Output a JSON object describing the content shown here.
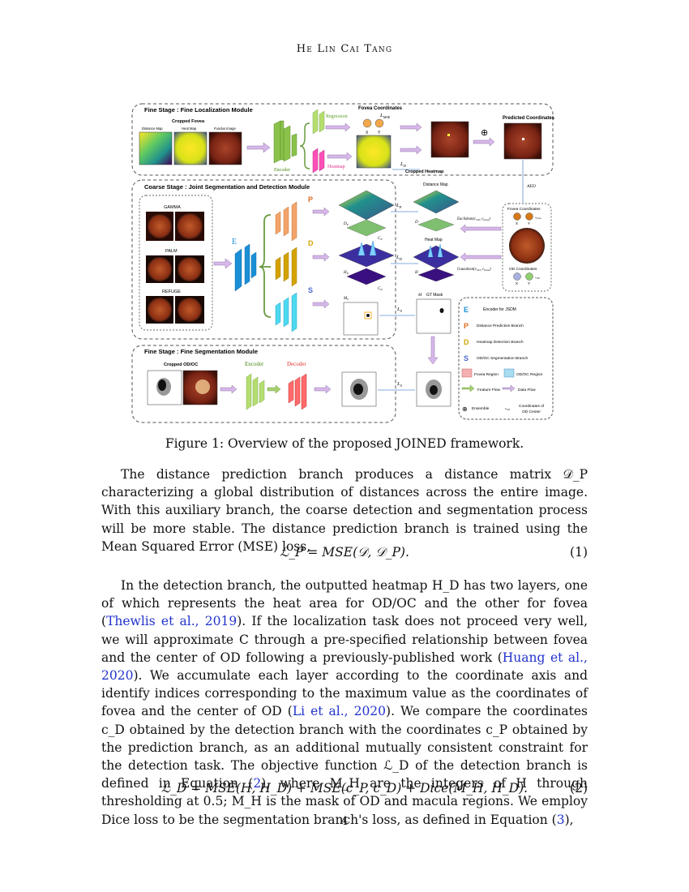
{
  "header": {
    "running_head": "He Lin Cai Tang"
  },
  "figure": {
    "fine_loc": {
      "title": "Fine Stage : Fine Localization Module",
      "cropped_fovea": "Cropped Fovea",
      "distance_map": "Distance Map",
      "heat_map": "Heat Map",
      "fundus_image": "Fundus Image",
      "encoder": "Encoder",
      "regression": "Regression",
      "heatmap": "Heatmap",
      "fovea_coordinates": "Fovea Coordinates",
      "l_mse": "L",
      "l_mse_sub": "MSE",
      "x": "X",
      "y": "Y",
      "l_d": "L",
      "l_d_sub": "D",
      "cropped_heatmap": "Cropped Heatmap",
      "predicted_coordinates": "Predicted Coordinates",
      "ensemble_symbol": "⊕"
    },
    "coarse": {
      "title": "Coarse Stage : Joint Segmentation and Detection Module",
      "gamma": "GAMMA",
      "palm": "PALM",
      "refuge": "REFUGE",
      "e": "E",
      "p": "P",
      "d": "D",
      "s": "S",
      "l_p": "L",
      "l_p_sub": "P",
      "l_d": "L",
      "l_d_sub": "D",
      "l_s": "L",
      "l_s_sub": "S",
      "distance_map": "Distance Map",
      "heat_map": "Heat Map",
      "gt_mask": "GT Mask",
      "m": "M",
      "euclidean": "Euclidean(c_OD, c_fovea)",
      "gaussheat": "Gaussheat(c_OD, c_fovea)",
      "fovea_coordinates": "Fovea Coordinates",
      "od_coordinates": "OD Coordinates",
      "aed": "AED",
      "x": "X",
      "y": "Y",
      "c_fovea": "c_fovea",
      "c_od": "c_OD"
    },
    "fine_seg": {
      "title": "Fine Stage : Fine Segmentation Module",
      "cropped_odoc": "Cropped OD/OC",
      "encoder": "Encoder",
      "decoder": "Decoder",
      "l_s": "L",
      "l_s_sub": "S"
    },
    "legend": {
      "e_label": "Encoder for JSDM",
      "p_label": "Distance Prediction Branch",
      "d_label": "Heatmap Detection Branch",
      "s_label": "OD/OC Segmentation Branch",
      "fovea_region": "Fovea Region",
      "odoc_region": "OD/OC Region",
      "feature_flow": "Feature Flow",
      "data_flow": "Data Flow",
      "ensemble": "Ensemble",
      "c_od": "c_OD",
      "coord_od_center_1": "Coordinates of",
      "coord_od_center_2": "OD Center"
    },
    "colors": {
      "encoder_green": "#8bc34a",
      "regression_green": "#9ccc65",
      "heatmap_pink": "#ff4fb8",
      "p_orange": "#f4a46a",
      "d_gold": "#d4a300",
      "s_cyan": "#4dd9f0",
      "e_blue": "#1a8fd6",
      "decoder_red": "#ff5a5a",
      "flow_purple": "#c9a8e0"
    }
  },
  "caption": "Figure 1: Overview of the proposed JOINED framework.",
  "para1": "The distance prediction branch produces a distance matrix 𝒟_P characterizing a global distribution of distances across the entire image. With this auxiliary branch, the coarse detection and segmentation process will be more stable. The distance prediction branch is trained using the Mean Squared Error (MSE) loss,",
  "eq1": {
    "body": "ℒ_P = MSE(𝒟, 𝒟_P).",
    "number": "(1)"
  },
  "para2": {
    "t1": "In the detection branch, the outputted heatmap H_D has two layers, one of which represents the heat area for OD/OC and the other for fovea (",
    "c1": "Thewlis et al., 2019",
    "t2": "). If the localization task does not proceed very well, we will approximate C through a pre-specified relationship between fovea and the center of OD following a previously-published work (",
    "c2": "Huang et al., 2020",
    "t3": "). We accumulate each layer according to the coordinate axis and identify indices corresponding to the maximum value as the coordinates of fovea and the center of OD (",
    "c3": "Li et al., 2020",
    "t4": "). We compare the coordinates c_D obtained by the detection branch with the coordinates c_P obtained by the prediction branch, as an additional mutually consistent constraint for the detection task. The objective function ℒ_D of the detection branch is defined in Equation (",
    "c4": "2",
    "t5": "), where M_H are the integers of H through thresholding at 0.5; M_H is the mask of OD and macula regions. We employ Dice loss to be the segmentation branch's loss, as defined in Equation (",
    "c5": "3",
    "t6": "),"
  },
  "eq2": {
    "body": "ℒ_D = MSE(H, H_D) + MSE(c_P, c_D) + Dice(M_H, H_D).",
    "number": "(2)"
  },
  "page_number": "4"
}
